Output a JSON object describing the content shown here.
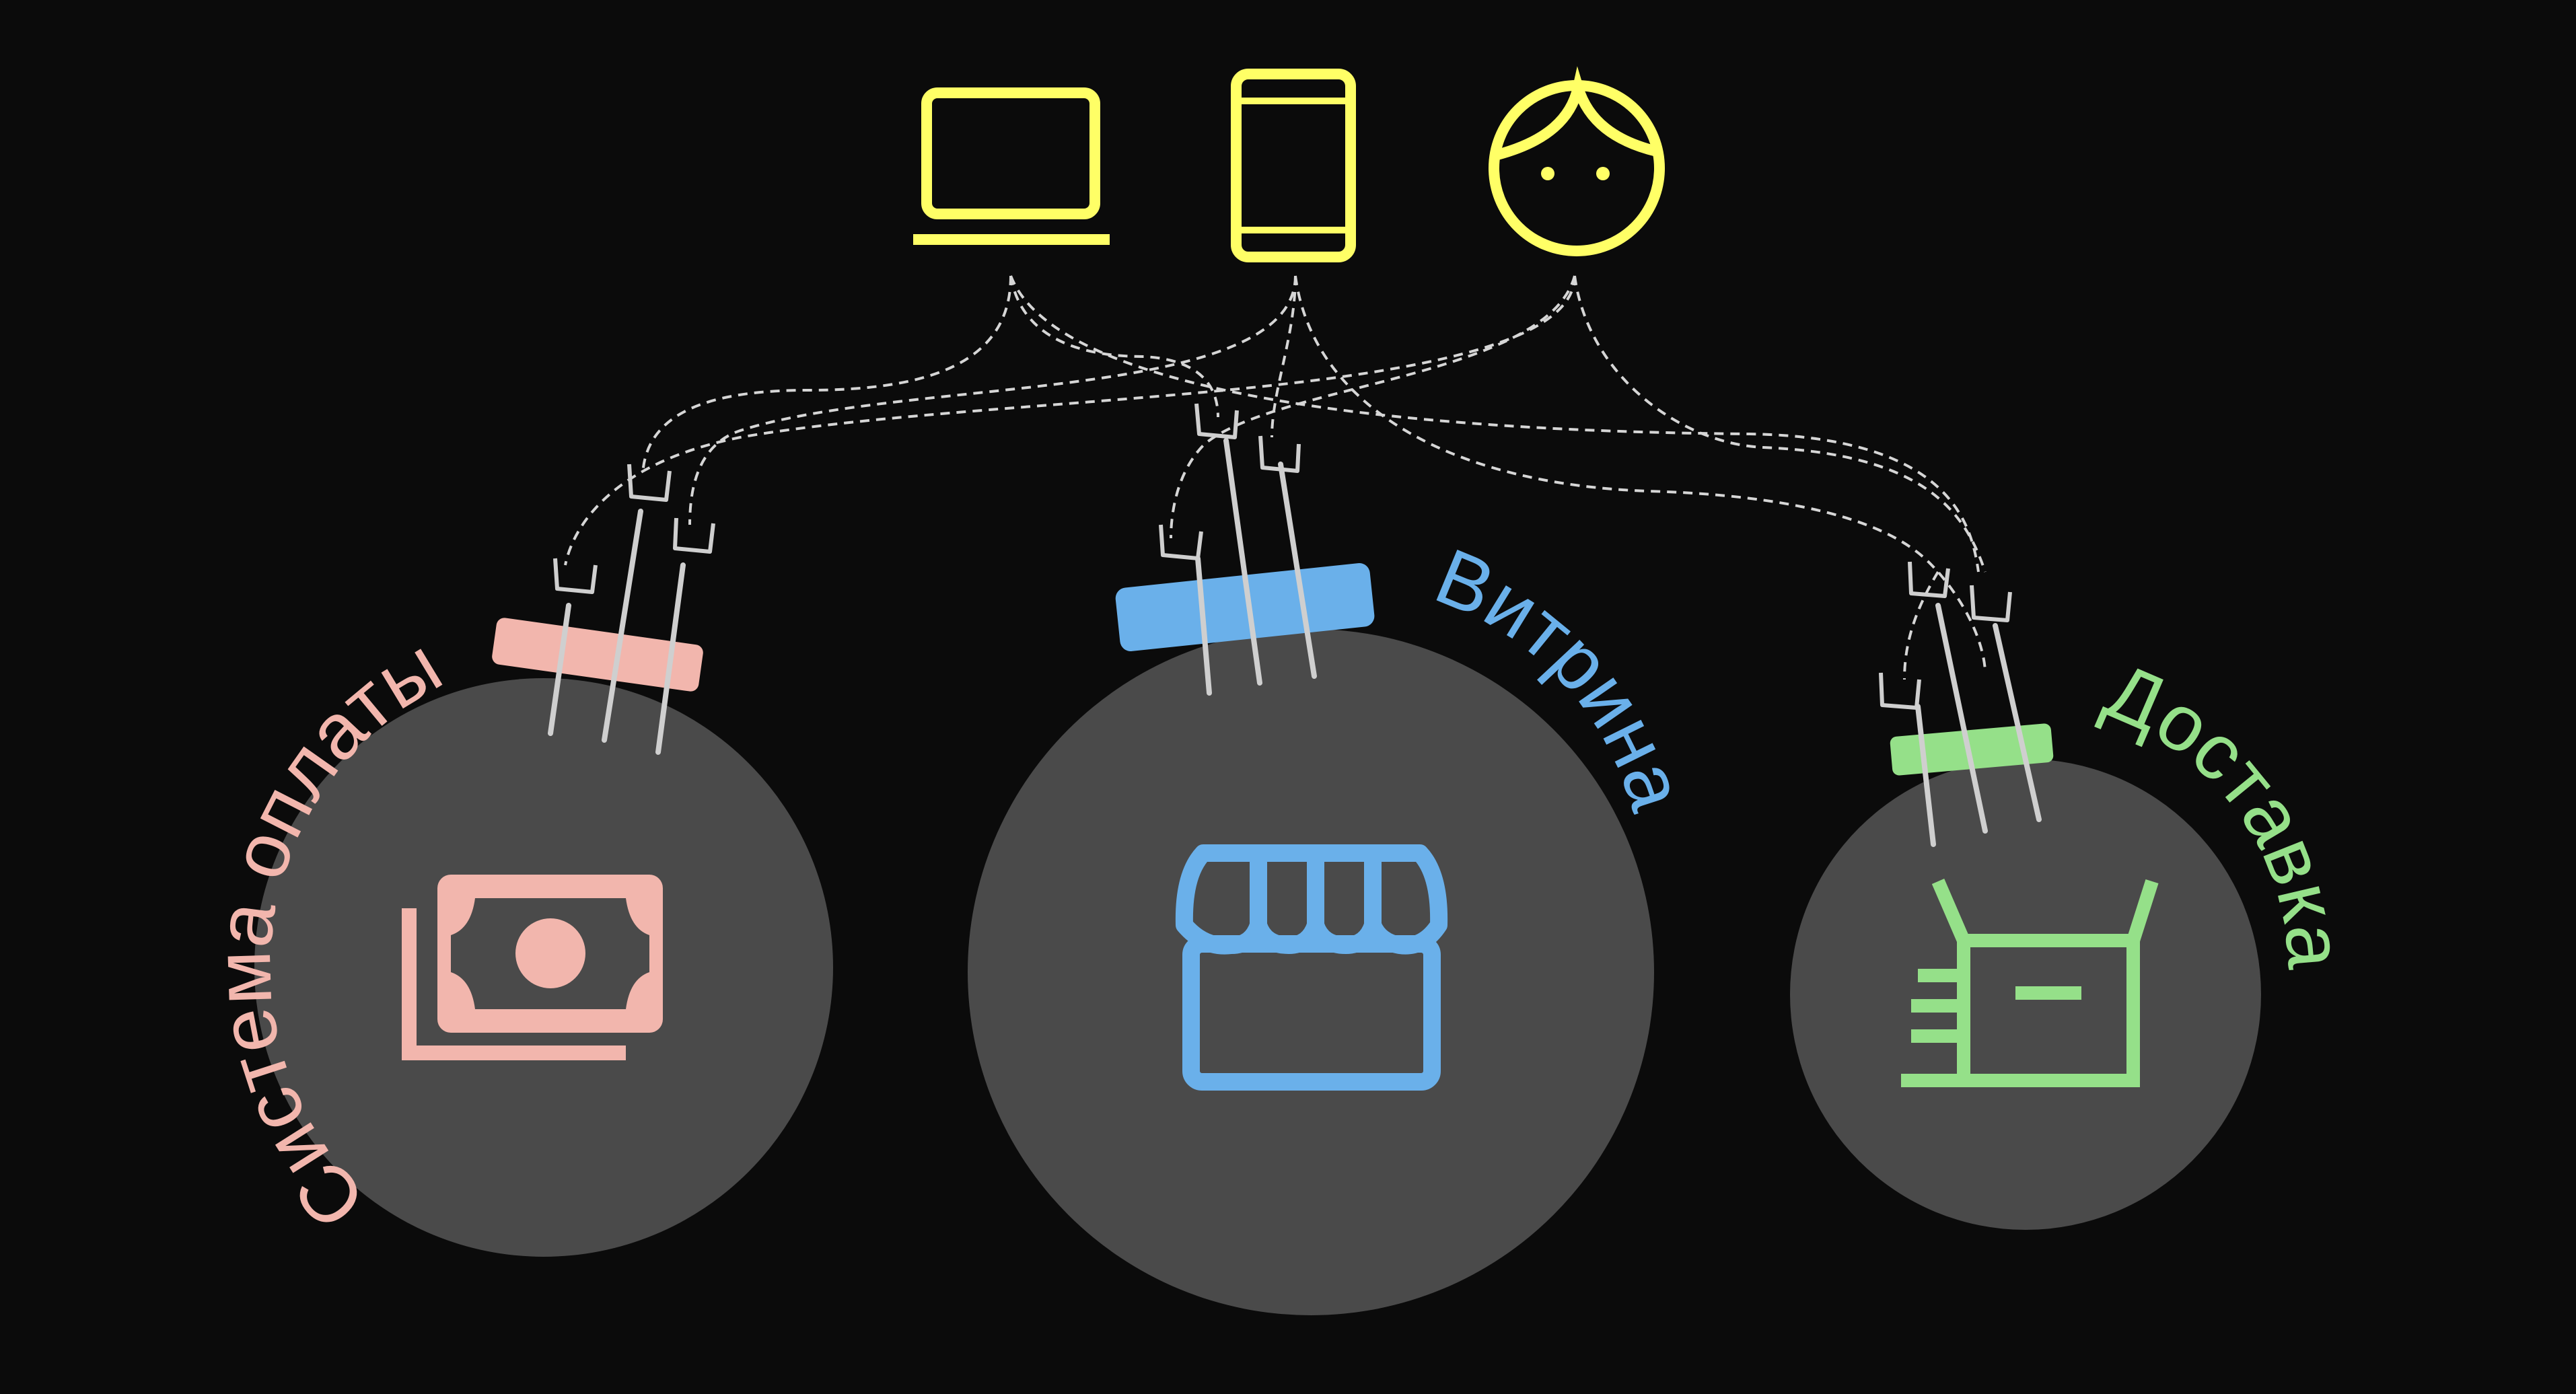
{
  "colors": {
    "background": "#0b0b0b",
    "client": "#ffff66",
    "bubble": "#4a4a4a",
    "connector": "#d6d6d6",
    "payment": "#f2b6ad",
    "storefront": "#6ab0ea",
    "delivery": "#95e089"
  },
  "clients": [
    {
      "icon": "laptop-icon"
    },
    {
      "icon": "phone-icon"
    },
    {
      "icon": "person-icon"
    }
  ],
  "services": {
    "payment": {
      "label": "Система оплаты",
      "icon": "money-icon"
    },
    "storefront": {
      "label": "Витрина",
      "icon": "shop-icon"
    },
    "delivery": {
      "label": "Доставка",
      "icon": "box-delivery-icon"
    }
  }
}
